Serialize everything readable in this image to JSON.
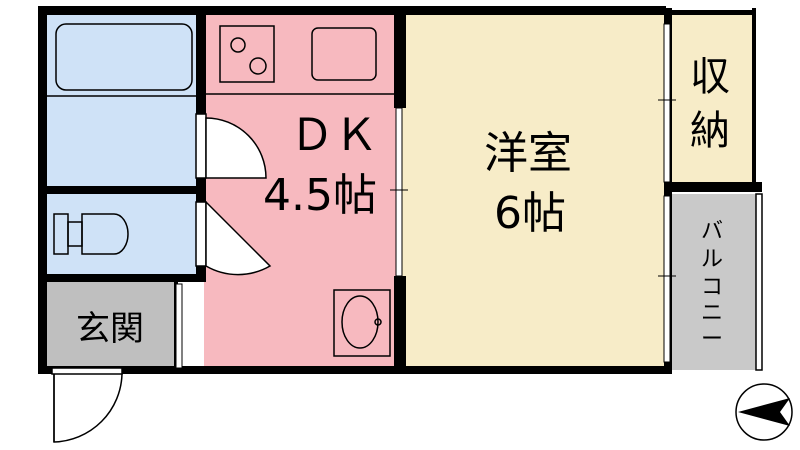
{
  "rooms": {
    "dk": {
      "name": "ＤＫ",
      "size": "4.5帖"
    },
    "western": {
      "name": "洋室",
      "size": "6帖"
    },
    "storage": {
      "line1": "収",
      "line2": "納"
    },
    "entrance": {
      "name": "玄関"
    },
    "balcony": {
      "chars": [
        "バ",
        "ル",
        "コ",
        "ニ",
        "ー"
      ]
    }
  },
  "colors": {
    "bath": "#cfe2f7",
    "dk": "#f7b9bf",
    "western": "#f7ecc8",
    "entrance": "#bfbfbf",
    "balcony": "#c9c9c9",
    "wall": "#000000"
  },
  "icons": [
    "bathtub-icon",
    "stove-icon",
    "sink-icon",
    "toilet-icon",
    "washbasin-icon",
    "compass-icon"
  ]
}
